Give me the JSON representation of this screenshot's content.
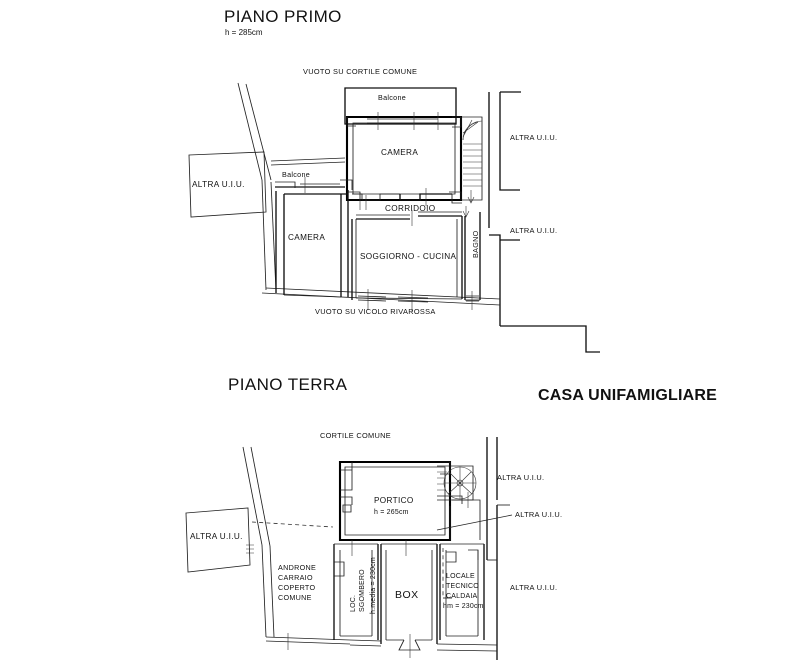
{
  "document": {
    "kind": "floor-plan",
    "house_title": "CASA UNIFAMIGLIARE",
    "ink_color": "#000000",
    "background_color": "#ffffff"
  },
  "upper_floor": {
    "title": "PIANO PRIMO",
    "height_note": "h = 285cm",
    "context_top": "VUOTO SU CORTILE COMUNE",
    "context_bottom": "VUOTO SU VICOLO RIVAROSSA",
    "rooms": [
      {
        "id": "balcone-top",
        "label": "Balcone"
      },
      {
        "id": "camera-top",
        "label": "CAMERA"
      },
      {
        "id": "balcone-left",
        "label": "Balcone"
      },
      {
        "id": "altra-left",
        "label": "ALTRA U.I.U."
      },
      {
        "id": "camera-left",
        "label": "CAMERA"
      },
      {
        "id": "corridoio",
        "label": "CORRIDOIO"
      },
      {
        "id": "soggiorno",
        "label": "SOGGIORNO - CUCINA"
      },
      {
        "id": "bagno",
        "label": "BAGNO"
      }
    ],
    "neighbors": [
      {
        "id": "altra-right-1",
        "label": "ALTRA U.I.U."
      },
      {
        "id": "altra-right-2",
        "label": "ALTRA U.I.U."
      }
    ]
  },
  "ground_floor": {
    "title": "PIANO TERRA",
    "context_top": "CORTILE COMUNE",
    "rooms": [
      {
        "id": "portico",
        "label": "PORTICO",
        "height_note": "h = 265cm"
      },
      {
        "id": "altra-left",
        "label": "ALTRA U.I.U."
      },
      {
        "id": "androne",
        "label_lines": [
          "ANDRONE",
          "CARRAIO",
          "COPERTO",
          "COMUNE"
        ]
      },
      {
        "id": "loc-sgombero",
        "label": "LOC.",
        "label2": "SGOMBERO",
        "height_note": "h.media = 230cm"
      },
      {
        "id": "box",
        "label": "BOX"
      },
      {
        "id": "locale-tecnico",
        "label_lines": [
          "LOCALE",
          "TECNICO",
          "CALDAIA"
        ],
        "height_note": "hm = 230cm"
      }
    ],
    "neighbors": [
      {
        "id": "altra-right-1",
        "label": "ALTRA U.I.U."
      },
      {
        "id": "altra-right-2",
        "label": "ALTRA U.I.U."
      },
      {
        "id": "altra-right-3",
        "label": "ALTRA U.I.U."
      }
    ]
  }
}
